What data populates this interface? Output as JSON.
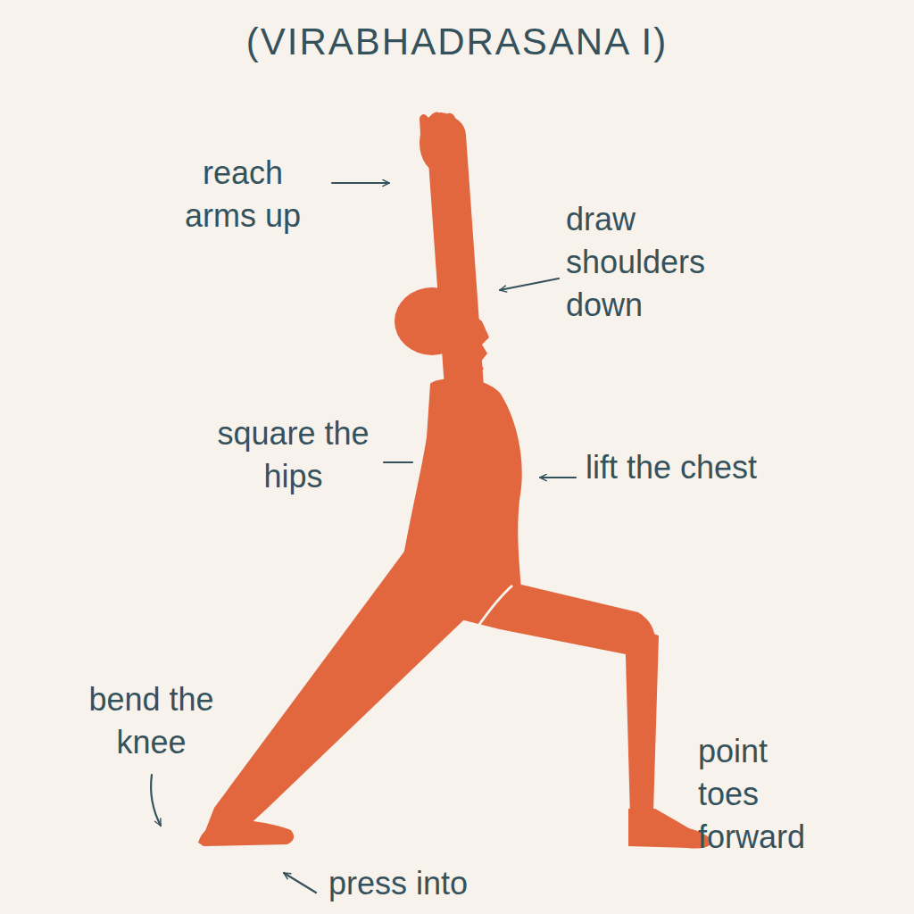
{
  "diagram": {
    "title": "(VIRABHADRASANA I)",
    "labels": [
      "reach arms up",
      "draw shoulders down",
      "square the hips",
      "lift the chest",
      "bend the knee",
      "point toes forward",
      "press into"
    ]
  }
}
